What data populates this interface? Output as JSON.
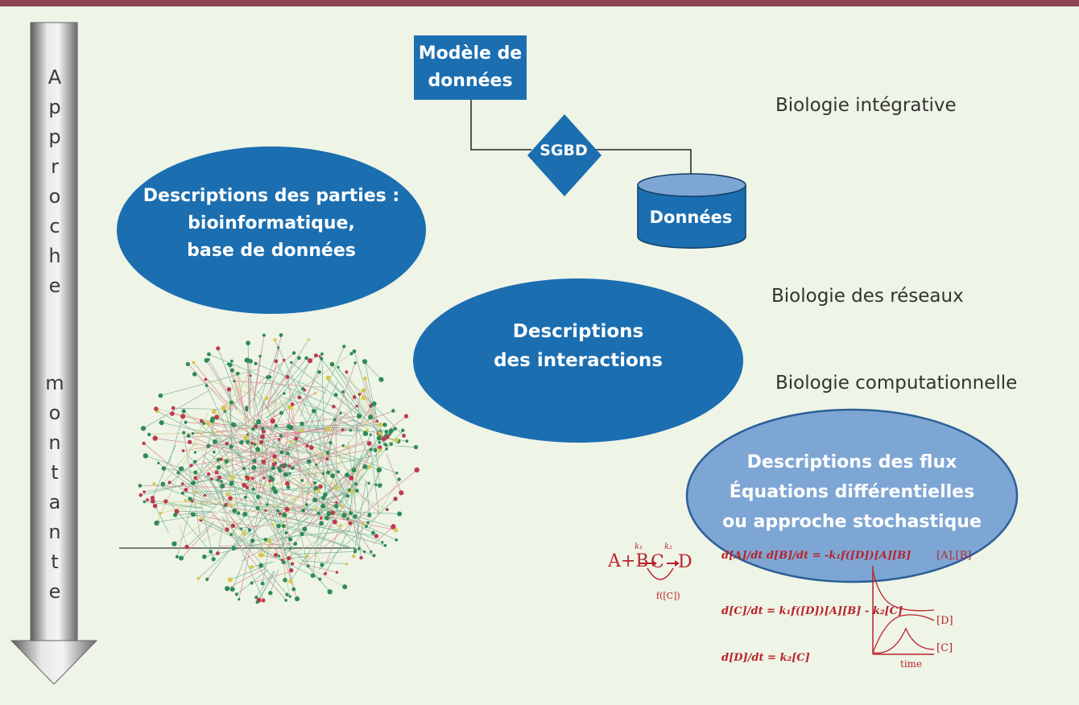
{
  "arrow": {
    "letters_top": [
      "A",
      "p",
      "p",
      "r",
      "o",
      "c",
      "h",
      "e"
    ],
    "letters_bottom": [
      "m",
      "o",
      "n",
      "t",
      "a",
      "n",
      "t",
      "e"
    ]
  },
  "model_box": {
    "line1": "Modèle de",
    "line2": "données"
  },
  "dbms": {
    "label": "SGBD"
  },
  "data_store": {
    "label": "Données"
  },
  "ovals": {
    "parts": {
      "line1": "Descriptions des parties :",
      "line2": "bioinformatique,",
      "line3": "base de données"
    },
    "interactions": {
      "line1": "Descriptions",
      "line2": "des interactions"
    },
    "flux": {
      "line1": "Descriptions des flux",
      "line2": "Équations différentielles",
      "line3": "ou approche stochastique"
    }
  },
  "levels": {
    "integrative": "Biologie intégrative",
    "networks": "Biologie des réseaux",
    "computational": "Biologie computationnelle"
  },
  "equations": {
    "reaction_a": "A+B",
    "reaction_c": "C",
    "reaction_d": "D",
    "k1": "k₁",
    "k2": "k₂",
    "catalyst": "f([C])",
    "eq1": "d[A]/dt  d[B]/dt = -k₁f([D])[A][B]",
    "eq2": "d[C]/dt = k₁f([D])[A][B] - k₂[C]",
    "eq3": "d[D]/dt = k₂[C]"
  },
  "mini_plot": {
    "series": [
      "[A],[B]",
      "[D]",
      "[C]"
    ],
    "xlabel": "time"
  },
  "colors": {
    "top_bar": "#8e4351",
    "blue_dark": "#1b6eb0",
    "blue_light": "#7ea6d4",
    "network_green": "#2e8b57",
    "network_red": "#c0394b",
    "network_yellow": "#d9c64a",
    "math_red": "#b8232a"
  }
}
